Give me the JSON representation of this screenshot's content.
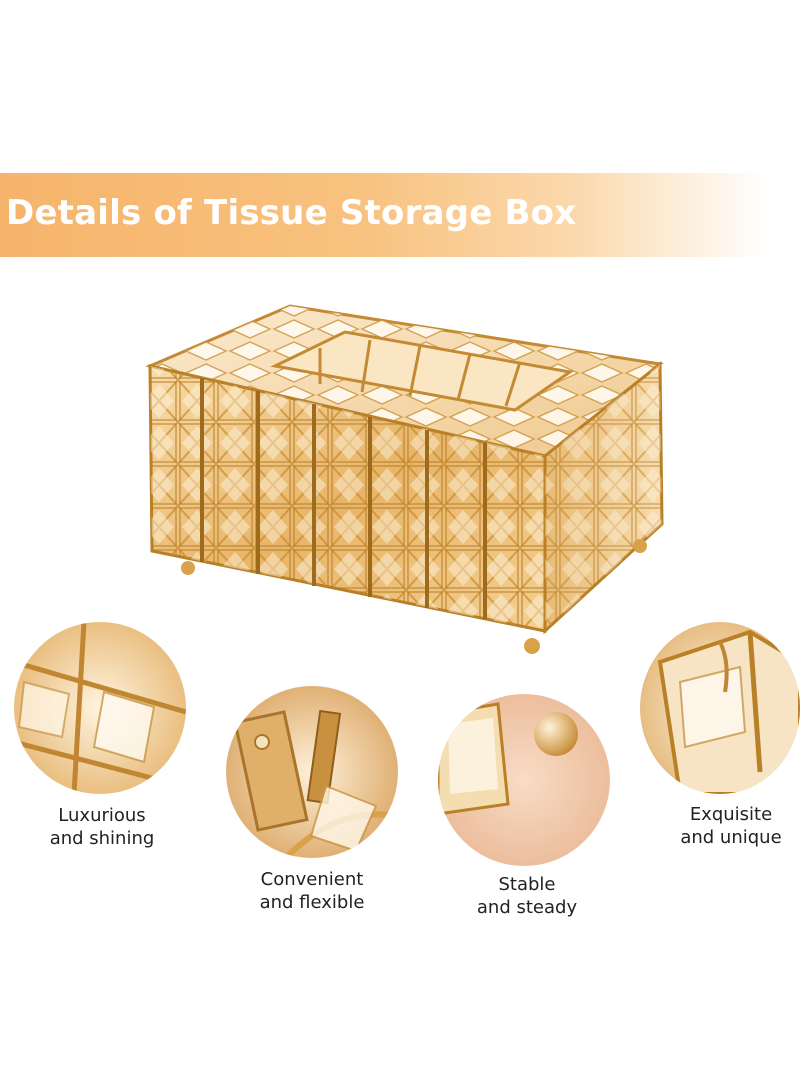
{
  "banner": {
    "title": "Details of Tissue Storage Box"
  },
  "features": [
    {
      "line1": "Luxurious",
      "line2": "and shining"
    },
    {
      "line1": "Convenient",
      "line2": "and flexible"
    },
    {
      "line1": "Stable",
      "line2": "and steady"
    },
    {
      "line1": "Exquisite",
      "line2": "and unique"
    }
  ],
  "colors": {
    "banner": "#f6b46b",
    "gold": "#d9a24a",
    "text": "#222222"
  }
}
